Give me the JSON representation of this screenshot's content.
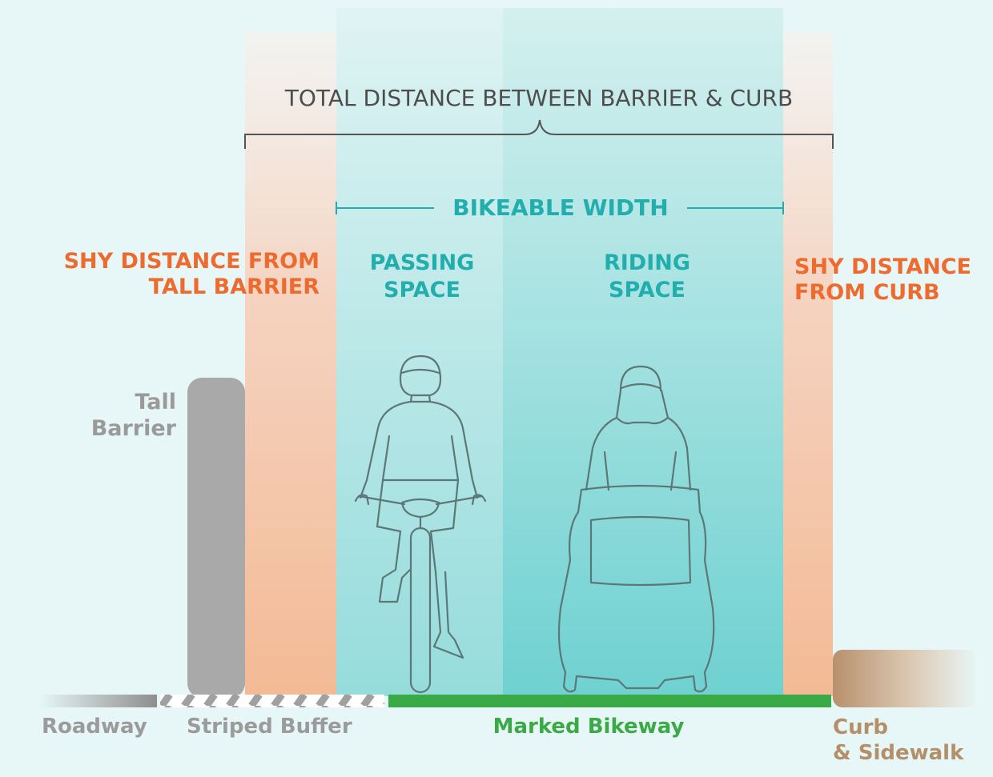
{
  "header": {
    "total_distance": "TOTAL DISTANCE BETWEEN BARRIER & CURB",
    "bikeable_width": "BIKEABLE WIDTH"
  },
  "zones": {
    "shy_barrier": [
      "SHY DISTANCE FROM",
      "TALL BARRIER"
    ],
    "passing": [
      "PASSING",
      "SPACE"
    ],
    "riding": [
      "RIDING",
      "SPACE"
    ],
    "shy_curb": [
      "SHY DISTANCE",
      "FROM CURB"
    ]
  },
  "elements": {
    "tall_barrier": [
      "Tall",
      "Barrier"
    ]
  },
  "ground_labels": {
    "roadway": "Roadway",
    "striped_buffer": "Striped Buffer",
    "marked_bikeway": "Marked Bikeway",
    "curb_sidewalk": [
      "Curb",
      "& Sidewalk"
    ]
  },
  "colors": {
    "background": "#e7f6f6",
    "shy_zone_orange": "#ee6b2f",
    "bikeable_teal": "#23aeae",
    "bikeway_green": "#3aaa46",
    "barrier_grey": "#a9a9a9",
    "curb_brown": "#b8916d"
  },
  "icons": [
    "cyclist-icon",
    "cargo-bike-rider-icon"
  ]
}
